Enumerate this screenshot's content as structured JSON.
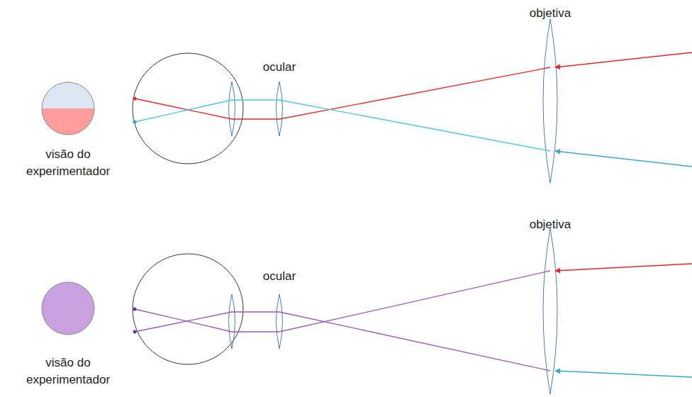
{
  "diagram": {
    "labels": [
      "objetiva",
      "ocular",
      "visão do experimentador",
      "objetiva",
      "ocular",
      "visão do experimentador"
    ]
  }
}
